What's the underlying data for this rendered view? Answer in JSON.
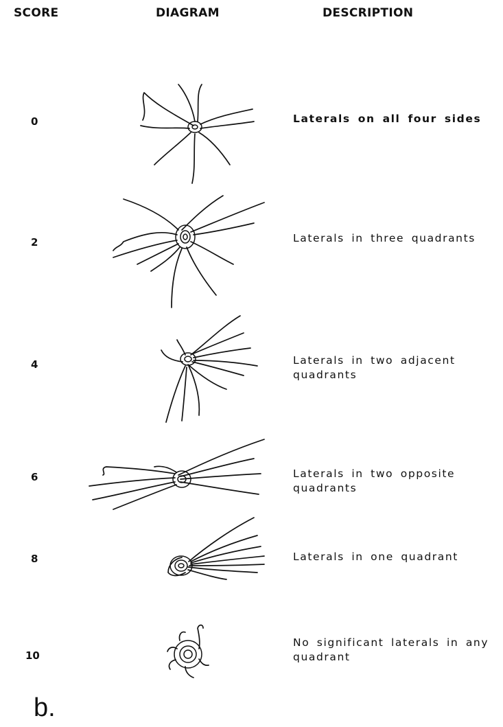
{
  "header": {
    "score": "SCORE",
    "diagram": "DIAGRAM",
    "description": "DESCRIPTION"
  },
  "rows": [
    {
      "score": "0",
      "description": "Laterals on all four sides",
      "icon": "root-laterals-all-sides-icon"
    },
    {
      "score": "2",
      "description": "Laterals in three quadrants",
      "icon": "root-laterals-three-quadrants-icon"
    },
    {
      "score": "4",
      "description": "Laterals in two adjacent quadrants",
      "icon": "root-laterals-two-adjacent-icon"
    },
    {
      "score": "6",
      "description": "Laterals in two opposite quadrants",
      "icon": "root-laterals-two-opposite-icon"
    },
    {
      "score": "8",
      "description": "Laterals in one quadrant",
      "icon": "root-laterals-one-quadrant-icon"
    },
    {
      "score": "10",
      "description": "No significant laterals in any quadrant",
      "icon": "root-no-laterals-icon"
    }
  ],
  "caption": "b."
}
